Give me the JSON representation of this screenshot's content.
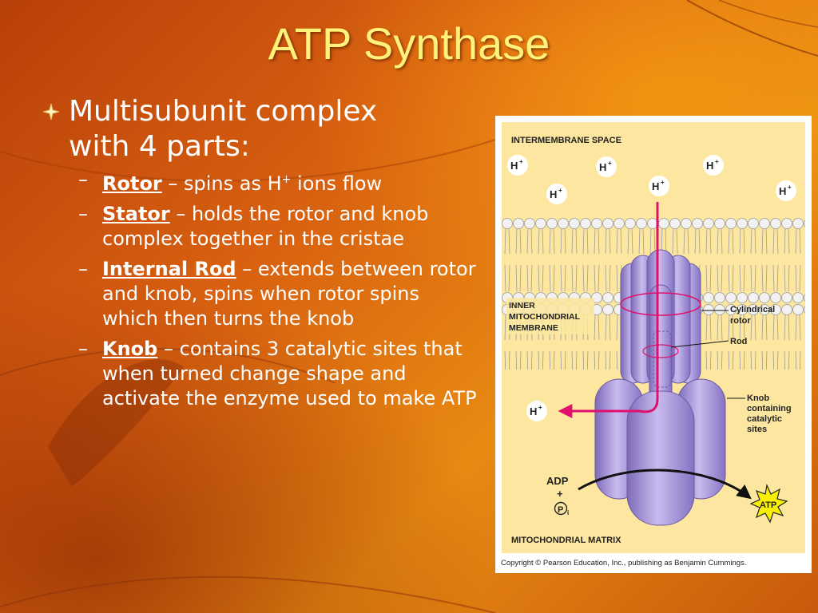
{
  "slide": {
    "title": "ATP Synthase",
    "bullet": {
      "text_line1": "Multisubunit complex",
      "text_line2": "with 4 parts:",
      "items": [
        {
          "term": "Rotor",
          "text": " – spins as H",
          "sup": "+",
          "text2": " ions flow"
        },
        {
          "term": "Stator",
          "text": " – holds the rotor and knob complex together in the cristae"
        },
        {
          "term": "Internal Rod",
          "text": " – extends between rotor and knob, spins when rotor spins which then turns the knob"
        },
        {
          "term": "Knob",
          "text": " – contains 3 catalytic sites that when turned change shape and activate the enzyme used to make ATP"
        }
      ]
    },
    "colors": {
      "title": "#fff27a",
      "text": "#ffffff",
      "background": "#d86010",
      "rotor_purple": "#a894d8",
      "arrow_magenta": "#e0106e"
    }
  },
  "figure": {
    "intermembrane_label": "INTERMEMBRANE SPACE",
    "ion_label": "H",
    "ion_sup": "+",
    "inner_membrane_label": [
      "INNER",
      "MITOCHONDRIAL",
      "MEMBRANE"
    ],
    "rotor_label": [
      "Cylindrical",
      "rotor"
    ],
    "rod_label": "Rod",
    "knob_label": [
      "Knob",
      "containing",
      "catalytic",
      "sites"
    ],
    "adp_label": "ADP",
    "plus_label": "+",
    "pi_label": "P",
    "pi_sub": "i",
    "atp_label": "ATP",
    "matrix_label": "MITOCHONDRIAL MATRIX",
    "copyright": "Copyright © Pearson Education, Inc., publishing as Benjamin Cummings."
  }
}
